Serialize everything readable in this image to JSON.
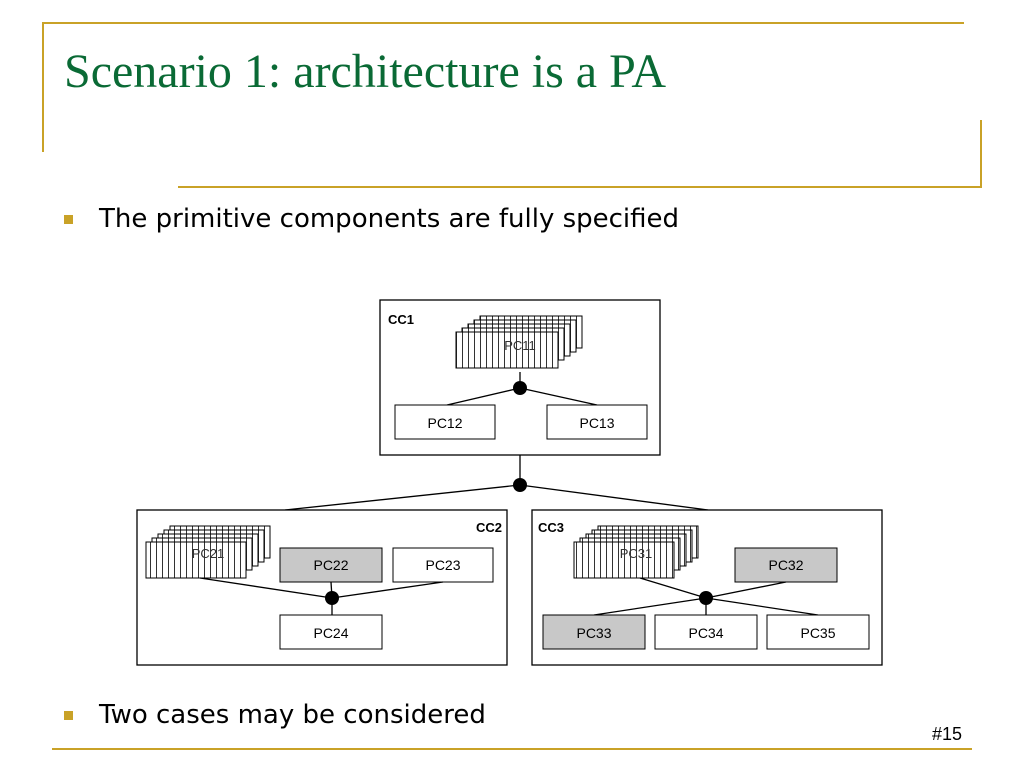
{
  "title": "Scenario 1: architecture is a PA",
  "bullets": [
    "The primitive components are fully specified",
    "Two cases may be considered"
  ],
  "slide_number": "#15",
  "colors": {
    "title": "#0a6a35",
    "accent": "#c9a227",
    "highlight_fill": "#c8c8c8"
  },
  "diagram": {
    "cc1": {
      "label": "CC1",
      "multi": "PC11",
      "children": [
        "PC12",
        "PC13"
      ]
    },
    "cc2": {
      "label": "CC2",
      "multi": "PC21",
      "top": [
        "PC22",
        "PC23"
      ],
      "bottom": "PC24"
    },
    "cc3": {
      "label": "CC3",
      "multi": "PC31",
      "top": "PC32",
      "bottom": [
        "PC33",
        "PC34",
        "PC35"
      ]
    }
  }
}
